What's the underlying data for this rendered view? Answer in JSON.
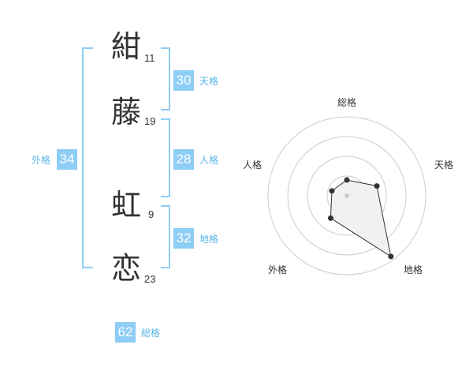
{
  "name_chars": [
    {
      "char": "紺",
      "strokes": "11"
    },
    {
      "char": "藤",
      "strokes": "19"
    },
    {
      "char": "虹",
      "strokes": "9"
    },
    {
      "char": "恋",
      "strokes": "23"
    }
  ],
  "kakusu": {
    "tenkaku": {
      "value": "30",
      "label": "天格"
    },
    "jinkaku": {
      "value": "28",
      "label": "人格"
    },
    "chikaku": {
      "value": "32",
      "label": "地格"
    },
    "gaikaku": {
      "value": "34",
      "label": "外格"
    },
    "soukaku": {
      "value": "62",
      "label": "総格"
    }
  },
  "colors": {
    "accent": "#8ecdf5",
    "accent_text": "#5ab4e8",
    "polygon_fill": "#eeeeee",
    "ring": "#cccccc"
  },
  "chart_data": {
    "type": "radar",
    "axes": [
      "総格",
      "天格",
      "地格",
      "外格",
      "人格"
    ],
    "values": [
      0.2,
      0.4,
      0.95,
      0.35,
      0.2
    ],
    "rings": 4
  }
}
